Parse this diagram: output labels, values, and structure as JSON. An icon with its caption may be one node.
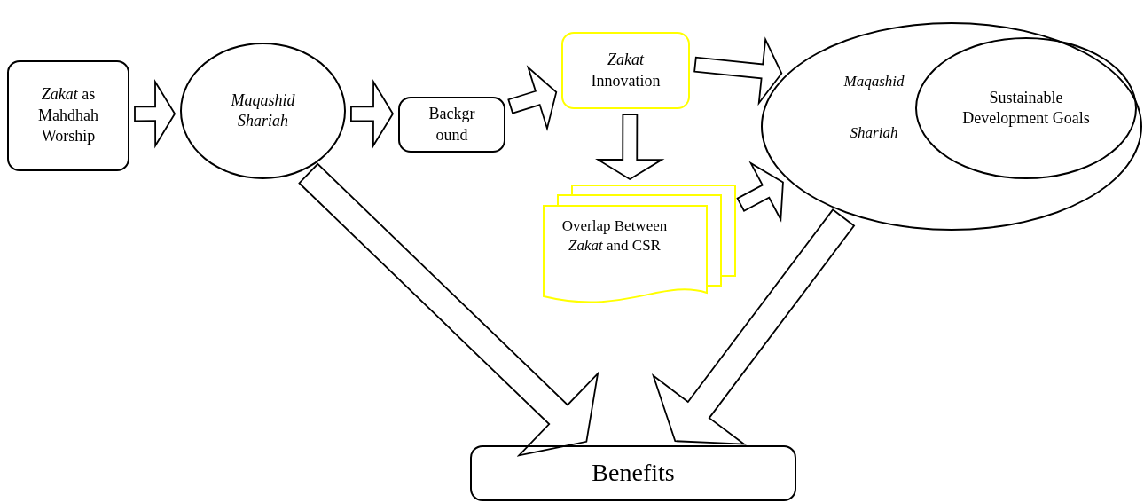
{
  "diagram": {
    "nodes": [
      {
        "text": [
          "*Zakat* as Mahdhah Worship"
        ]
      },
      {
        "text": [
          "Maqashid Shariah"
        ]
      },
      {
        "text": [
          "Backgr ound"
        ]
      },
      {
        "text": [
          "*Zakat* Innovation"
        ]
      },
      {
        "text": [
          "Maqashid Shariah"
        ]
      },
      {
        "text": [
          "Sustainable Development Goals"
        ],
        "in": 4
      },
      {
        "text": [
          "Overlap Between *Zakat* and CSR"
        ]
      },
      {
        "text": [
          "Benefits"
        ]
      }
    ],
    "edges": [
      {
        "from": 0,
        "to": 1,
        "arrow": "to"
      },
      {
        "from": 1,
        "to": 2,
        "arrow": "to"
      },
      {
        "from": 2,
        "to": 3,
        "arrow": "to"
      },
      {
        "from": 3,
        "to": 4,
        "arrow": "to"
      },
      {
        "from": 3,
        "to": 6,
        "arrow": "to"
      },
      {
        "from": 6,
        "to": 4,
        "arrow": "to"
      },
      {
        "from": 1,
        "to": 7,
        "arrow": "to"
      },
      {
        "from": 4,
        "to": 7,
        "arrow": "to"
      }
    ]
  }
}
